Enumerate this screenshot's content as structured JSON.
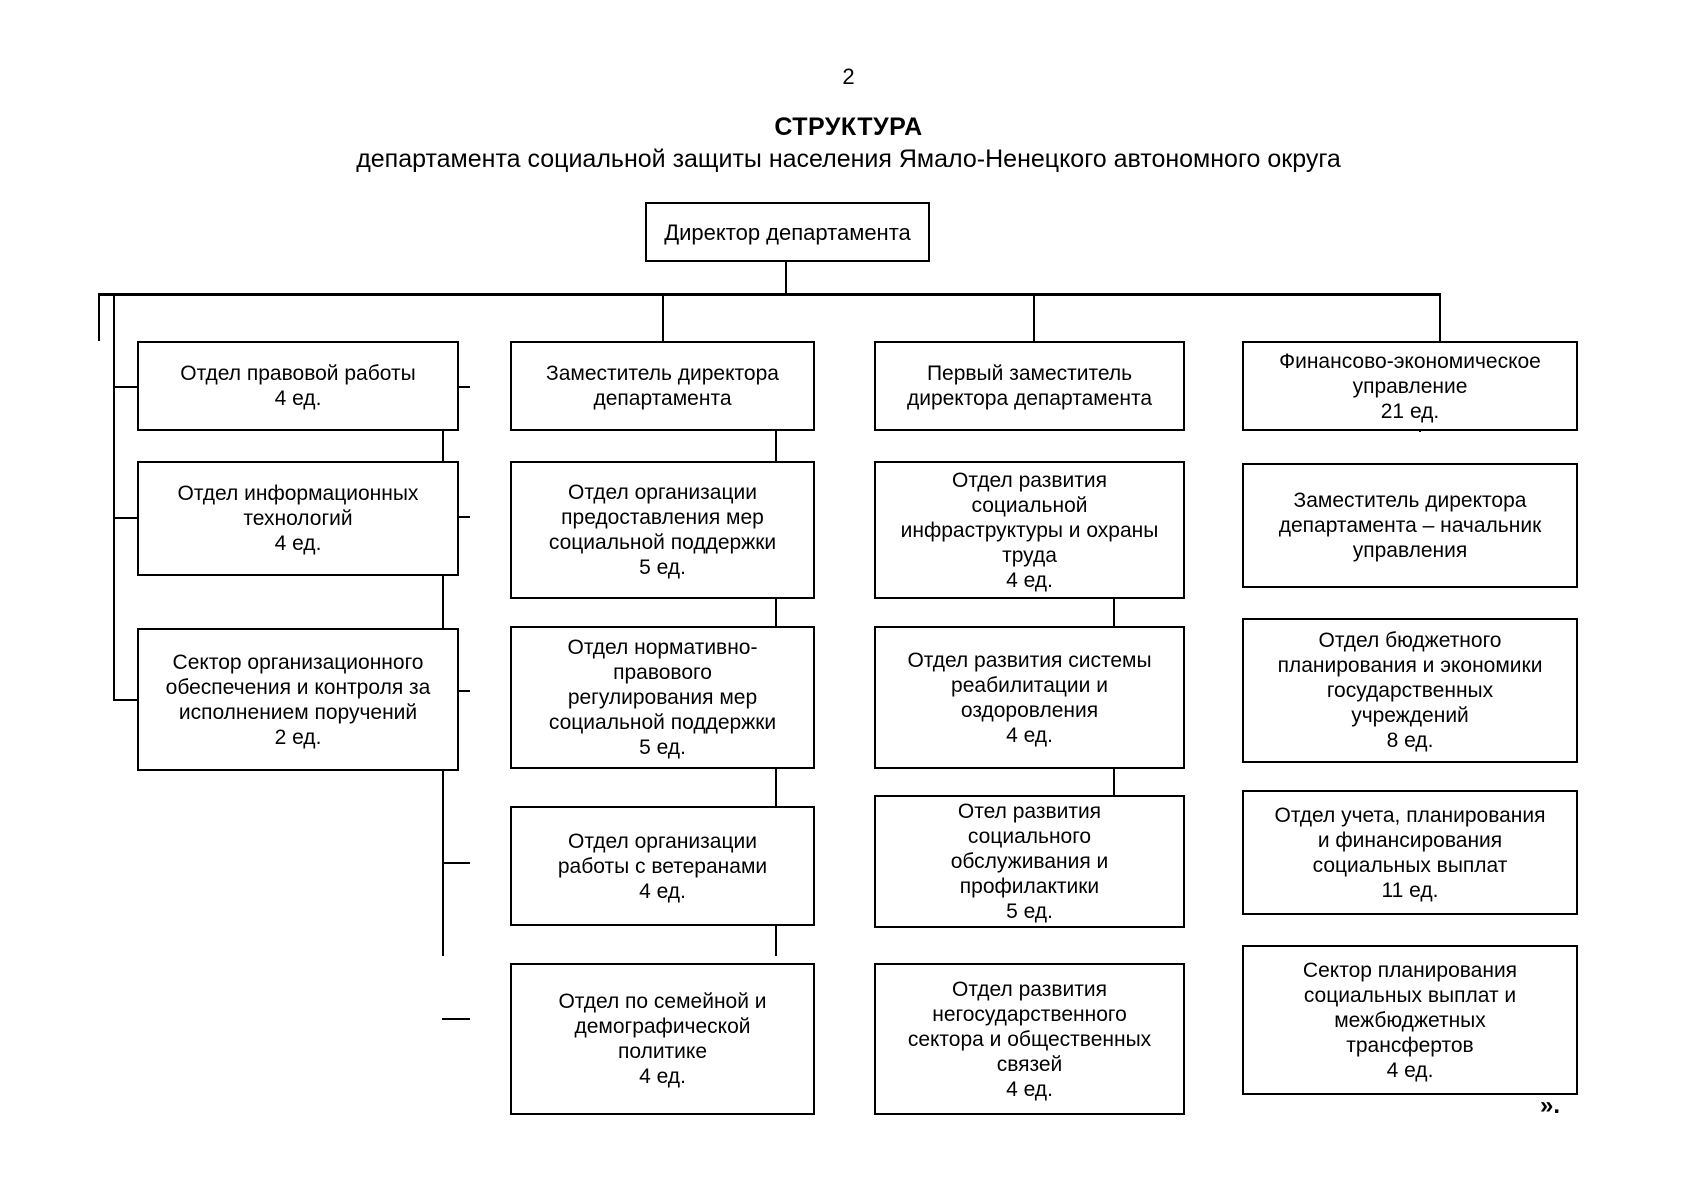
{
  "document": {
    "page_number": "2",
    "title_main": "СТРУКТУРА",
    "title_sub": "департамента социальной защиты населения Ямало-Ненецкого автономного округа",
    "closing_quote": "»."
  },
  "chart_data": {
    "type": "diagram",
    "diagram_kind": "organizational-chart",
    "title": "СТРУКТУРА департамента социальной защиты населения Ямало-Ненецкого автономного округа",
    "root": "Директор департамента",
    "columns": [
      {
        "name": "column-1",
        "head": null,
        "nodes": [
          "Отдел правовой работы\n4 ед.",
          "Отдел информационных\nтехнологий\n4 ед.",
          "Сектор организационного\nобеспечения и контроля за\nисполнением поручений\n2 ед."
        ]
      },
      {
        "name": "column-2",
        "head": "Заместитель директора\nдепартамента",
        "nodes": [
          "Отдел организации\nпредоставления мер\nсоциальной поддержки\n5 ед.",
          "Отдел нормативно-\nправового\nрегулирования мер\nсоциальной поддержки\n5 ед.",
          "Отдел организации\nработы с ветеранами\n4 ед.",
          "Отдел по семейной и\nдемографической\nполитике\n4 ед."
        ]
      },
      {
        "name": "column-3",
        "head": "Первый заместитель\nдиректора департамента",
        "nodes": [
          "Отдел развития\nсоциальной\nинфраструктуры и охраны\nтруда\n4 ед.",
          "Отдел развития системы\nреабилитации  и\nоздоровления\n4 ед.",
          "Отел развития\nсоциального\nобслуживания и\nпрофилактики\n5 ед.",
          "Отдел развития\nнегосударственного\nсектора и общественных\nсвязей\n4 ед."
        ]
      },
      {
        "name": "column-4",
        "head": "Финансово-экономическое\nуправление\n21 ед.",
        "nodes": [
          "Заместитель директора\nдепартамента – начальник\nуправления",
          "Отдел бюджетного\nпланирования и экономики\nгосударственных\nучреждений\n8 ед.",
          "Отдел учета, планирования\nи финансирования\nсоциальных выплат\n11 ед.",
          "Сектор планирования\nсоциальных выплат и\nмежбюджетных\nтрансфертов\n4 ед."
        ]
      }
    ],
    "staff_units": {
      "Отдел правовой работы": 4,
      "Отдел информационных технологий": 4,
      "Сектор организационного обеспечения и контроля за исполнением поручений": 2,
      "Отдел организации предоставления мер социальной поддержки": 5,
      "Отдел нормативно-правового регулирования мер социальной поддержки": 5,
      "Отдел организации работы с ветеранами": 4,
      "Отдел по семейной и демографической политике": 4,
      "Отдел развития социальной инфраструктуры и охраны труда": 4,
      "Отдел развития системы реабилитации и оздоровления": 4,
      "Отел развития социального обслуживания и профилактики": 5,
      "Отдел развития негосударственного сектора и общественных связей": 4,
      "Финансово-экономическое управление": 21,
      "Отдел бюджетного планирования и экономики государственных учреждений": 8,
      "Отдел учета, планирования и финансирования социальных выплат": 11,
      "Сектор планирования социальных выплат и межбюджетных трансфертов": 4
    },
    "colors": {
      "background": "#ffffff",
      "line": "#000000",
      "text": "#000000"
    }
  }
}
